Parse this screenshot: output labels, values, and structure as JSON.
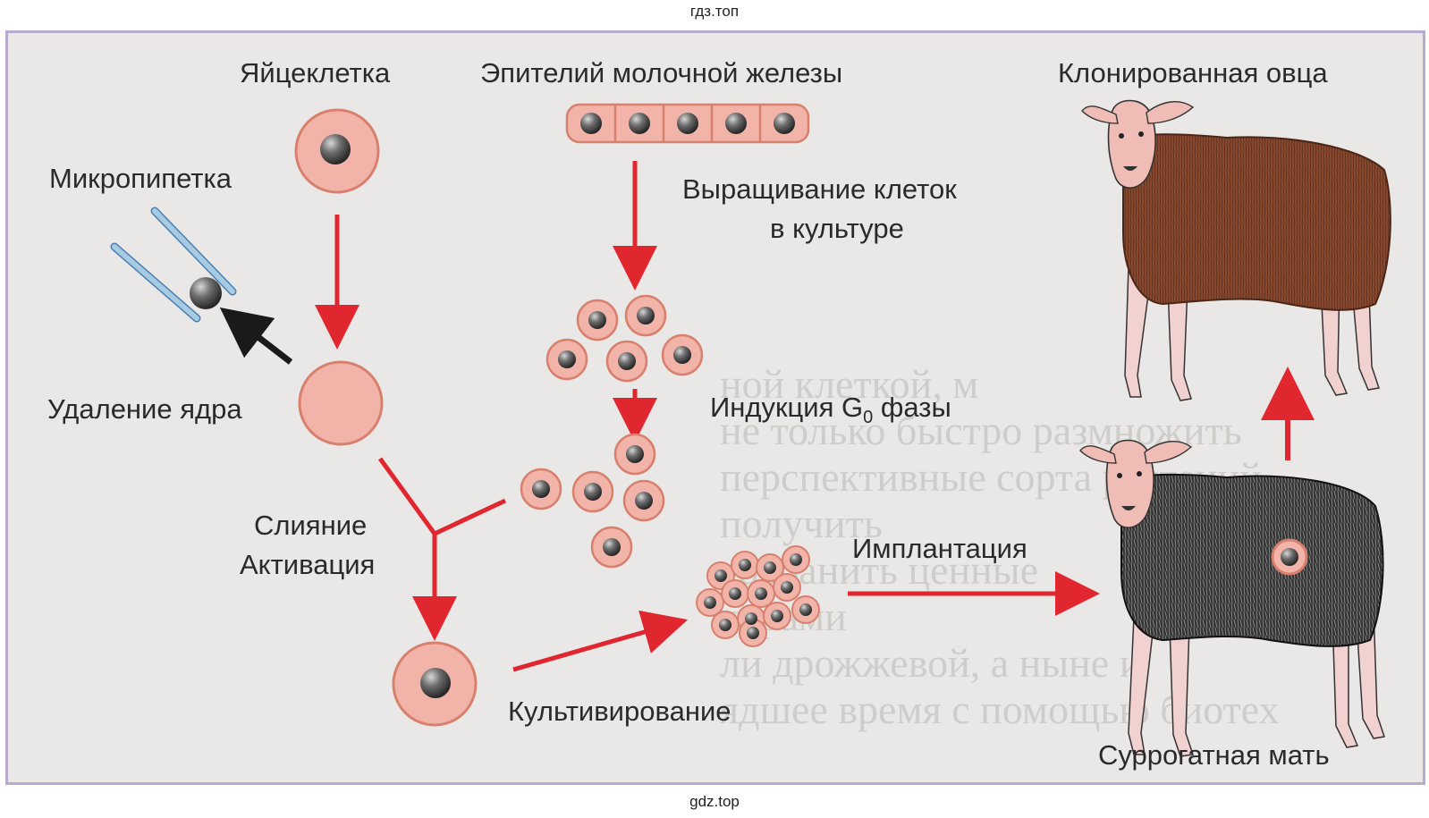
{
  "watermark": {
    "top": "гдз.топ",
    "bottom": "gdz.top"
  },
  "background_text": [
    "ной клеткой, м",
    "не только быстро размножить",
    "перспективные сорта растений",
    "получить",
    "сохранить ценные",
    "ядрами",
    "ли дрожжевой, а ныне и",
    "ядшее время с помощью биотех"
  ],
  "labels": {
    "egg_cell": "Яйцеклетка",
    "epithelium": "Эпителий молочной железы",
    "cloned_sheep": "Клонированная овца",
    "micropipette": "Микропипетка",
    "culture_line1": "Выращивание клеток",
    "culture_line2": "в культуре",
    "enucleation": "Удаление ядра",
    "induction_prefix": "Индукция G",
    "induction_sub": "0",
    "induction_suffix": " фазы",
    "fusion_line1": "Слияние",
    "fusion_line2": "Активация",
    "implantation": "Имплантация",
    "cultivation": "Культивирование",
    "surrogate": "Суррогатная мать"
  },
  "colors": {
    "cell_fill": "#f2b4a8",
    "cell_border": "#d8806e",
    "nucleus": "#4a4a4a",
    "arrow": "#e0262e",
    "pipette": "#a8cbe4",
    "brown_wool": "#8a4a30",
    "black_wool": "#2e2e2e",
    "frame_border": "#b9a9cf"
  }
}
